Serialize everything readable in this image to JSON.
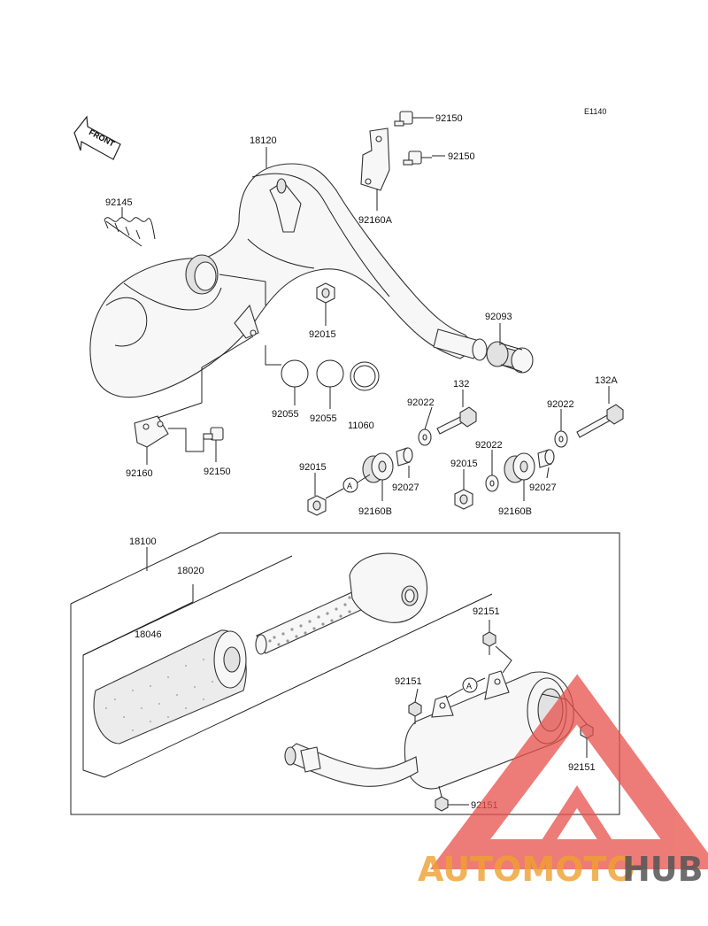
{
  "diagram": {
    "ref_code": "E1140",
    "front_label": "FRONT",
    "circle_ref": "A",
    "parts": {
      "p18120": "18120",
      "p92150_a": "92150",
      "p92150_b": "92150",
      "p92160A": "92160A",
      "p92145": "92145",
      "p92093": "92093",
      "p92015_a": "92015",
      "p92055_a": "92055",
      "p92055_b": "92055",
      "p11060": "11060",
      "p132": "132",
      "p132A": "132A",
      "p92022_a": "92022",
      "p92022_b": "92022",
      "p92022_c": "92022",
      "p92160": "92160",
      "p92150_c": "92150",
      "p92015_b": "92015",
      "p92015_c": "92015",
      "p92027_a": "92027",
      "p92027_b": "92027",
      "p92160B_a": "92160B",
      "p92160B_b": "92160B",
      "p18100": "18100",
      "p18020": "18020",
      "p18046": "18046",
      "p92151_a": "92151",
      "p92151_b": "92151",
      "p92151_c": "92151",
      "p92151_d": "92151"
    }
  },
  "watermark": {
    "text_part1": "AUTOMOTO",
    "text_part2": "HUB",
    "colors": {
      "accent": "#e8504a",
      "orange": "#f0a030",
      "gray": "#555555"
    }
  }
}
